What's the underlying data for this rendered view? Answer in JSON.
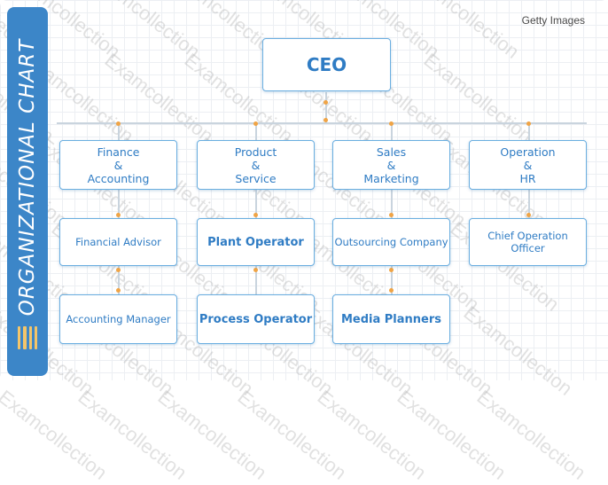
{
  "side_title": "ORGANIZATIONAL CHART",
  "credit": "Getty Images",
  "watermark": "Examcollection",
  "ceo": "CEO",
  "departments": [
    {
      "lines": [
        "Finance",
        "&",
        "Accounting"
      ]
    },
    {
      "lines": [
        "Product",
        "&",
        "Service"
      ]
    },
    {
      "lines": [
        "Sales",
        "&",
        "Marketing"
      ]
    },
    {
      "lines": [
        "Operation",
        "&",
        "HR"
      ]
    }
  ],
  "level2": [
    "Financial Advisor",
    "Plant Operator",
    "Outsourcing Company",
    "Chief Operation Officer"
  ],
  "level3": [
    "Accounting Manager",
    "Process Operator",
    "Media Planners"
  ],
  "colors": {
    "accent": "#3c86c8",
    "box_text": "#2f7cc4",
    "dot": "#f0a445",
    "stripe": "#f3c56a"
  }
}
